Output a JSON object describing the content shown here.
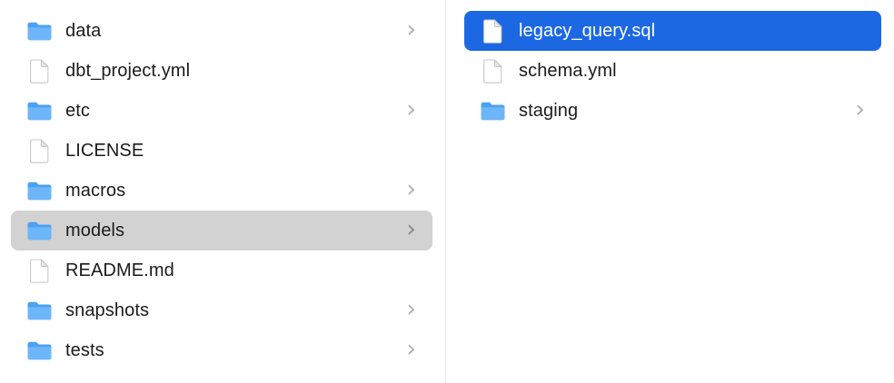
{
  "window_title": "Finder column view",
  "colors": {
    "selection_blue": "#1c68e3",
    "selection_gray": "#d2d2d2",
    "folder_blue_top": "#4aa1f5",
    "folder_blue_body": "#6db6f9",
    "divider_color": "#e6e6e6",
    "text_color": "#1b1b1d",
    "chevron_color": "#b1b1b3"
  },
  "icons": {
    "folder": "folder-icon",
    "file": "document-icon",
    "chevron_glyph": "›"
  },
  "columns": [
    {
      "name": "left",
      "items": [
        {
          "label": "data",
          "type": "folder",
          "chevron": true,
          "selected": null
        },
        {
          "label": "dbt_project.yml",
          "type": "file",
          "chevron": false,
          "selected": null
        },
        {
          "label": "etc",
          "type": "folder",
          "chevron": true,
          "selected": null
        },
        {
          "label": "LICENSE",
          "type": "file",
          "chevron": false,
          "selected": null
        },
        {
          "label": "macros",
          "type": "folder",
          "chevron": true,
          "selected": null
        },
        {
          "label": "models",
          "type": "folder",
          "chevron": true,
          "selected": "gray"
        },
        {
          "label": "README.md",
          "type": "file",
          "chevron": false,
          "selected": null
        },
        {
          "label": "snapshots",
          "type": "folder",
          "chevron": true,
          "selected": null
        },
        {
          "label": "tests",
          "type": "folder",
          "chevron": true,
          "selected": null
        }
      ]
    },
    {
      "name": "right",
      "items": [
        {
          "label": "legacy_query.sql",
          "type": "file",
          "chevron": false,
          "selected": "blue"
        },
        {
          "label": "schema.yml",
          "type": "file",
          "chevron": false,
          "selected": null
        },
        {
          "label": "staging",
          "type": "folder",
          "chevron": true,
          "selected": null
        }
      ]
    }
  ]
}
